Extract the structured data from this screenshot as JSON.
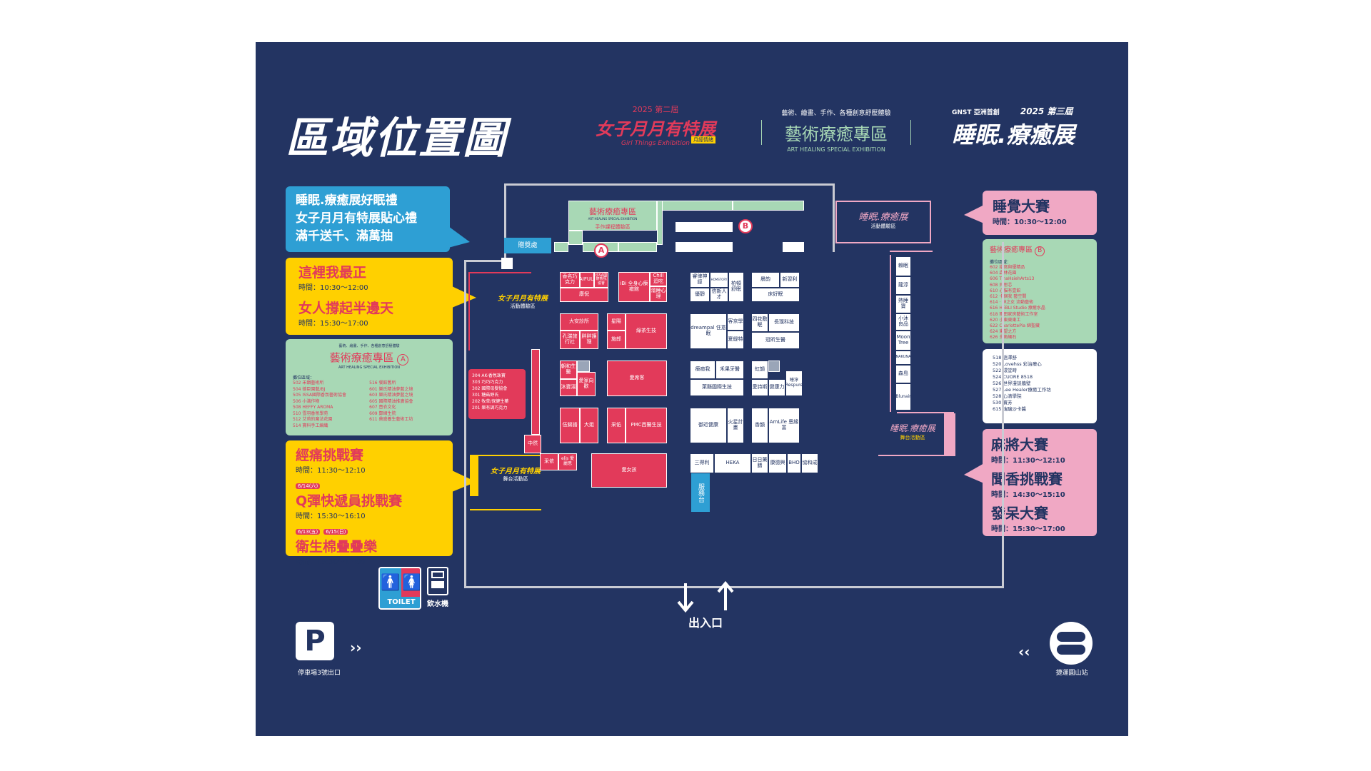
{
  "header": {
    "main_title": "區域位置圖",
    "girl_things": {
      "year_edition": "2025 第二屆",
      "name": "女子月月有特展",
      "english": "Girl Things Exhibition",
      "tag": "月經情緒"
    },
    "art_healing": {
      "tagline": "藝術、繪畫、手作、各種創意舒壓體驗",
      "name": "藝術療癒專區",
      "english": "ART HEALING SPECIAL EXHIBITION"
    },
    "sleep": {
      "brand": "亞洲首創",
      "brand_logo": "GNST",
      "edition": "2025 第三屆",
      "name": "睡眠.療癒展"
    }
  },
  "side_left": {
    "gift_box": [
      "睡眠.療癒展好眠禮",
      "女子月月有特展貼心禮",
      "滿千送千、滿萬抽"
    ],
    "gift_label": "贈獎處",
    "event_box1": [
      {
        "name": "這裡我最正",
        "time": "時間：10:30～12:00"
      },
      {
        "name": "女人撐起半邊天",
        "time": "時間：15:30～17:00"
      }
    ],
    "art_zone_A": {
      "tagline": "藝術、繪畫、手作、各種創意舒壓體驗",
      "name": "藝術療癒專區",
      "english": "ART HEALING SPECIAL EXHIBITION",
      "marker": "A",
      "list_title": "攤位區域：",
      "col1": [
        "502 禾韻藝術所",
        "504 德臣園藝/BJ",
        "505 ISSA國際香氛藝術協會",
        "506 小滿作物",
        "508 HEFFY AROMA",
        "510 雪羽香氛學苑",
        "512 艾莉的魔法花園",
        "514 寶科手工編織"
      ],
      "col2": [
        "516 餐館舊所",
        "601 樂氏精油夢藍之境",
        "603 樂氏精油夢藍之境",
        "605 國際精油推廣協會",
        "607 壺衣文化",
        "609 鄭緒生院",
        "611 鼎盛養生藝術工坊"
      ]
    },
    "event_box2": [
      {
        "name": "經痛挑戰賽",
        "time": "時間：11:30～12:10",
        "date": ""
      },
      {
        "name": "Q彈快遞員挑戰賽",
        "time": "時間：15:30～16:10",
        "date": "6/14(六)"
      },
      {
        "name": "衛生棉疊疊樂",
        "time": "時間：15:30～17:00",
        "date_a": "6/13(五)",
        "date_b": "6/15(日)"
      }
    ]
  },
  "side_right": {
    "sleep_contest": {
      "name": "睡覺大賽",
      "time": "時間：10:30～12:00"
    },
    "art_zone_B": {
      "name": "藝術療癒專區",
      "marker": "B",
      "list_title": "攤位區域：",
      "items": [
        "602 譜寫與優精品",
        "604 森林花園",
        "606 TinaHsiehArts13",
        "608 貝思芯",
        "610 心貓有壹館",
        "612 卡個我 藝空間",
        "614 · 神之女 流動藝術",
        "616 HEBLI Studio 療癒水晶",
        "618 雨田家房藝術工作室",
        "620 小東東東工",
        "622 CharlottePia 綿聖藏",
        "624 東望之方",
        "626 多角緬石"
      ]
    },
    "white_list": [
      "518 語澤舒",
      "520 Lovehss 彩治療心",
      "522 環堂時",
      "524 CUORE 8518",
      "526 世界漫談牆壁",
      "527 Lee Healer療癒工作坊",
      "528 心清學院",
      "530 寶芳",
      "615 瑞瑞沙卡醬"
    ],
    "events": [
      {
        "name": "麻將大賽",
        "time": "時間：11:30～12:10"
      },
      {
        "name": "聞香挑戰賽",
        "time": "時間：14:30～15:10"
      },
      {
        "name": "發呆大賽",
        "time": "時間：15:30～17:00"
      }
    ]
  },
  "floor": {
    "art_zone_label": "藝術療癒專區",
    "art_sub": "ART HEALING SPECIAL EXHIBITION",
    "handcraft_label": "手作課程體驗區",
    "marker_a": "A",
    "marker_b": "B",
    "sleep_activity": {
      "name": "睡眠.療癒展",
      "sub": "活動體驗區"
    },
    "sleep_stage": {
      "name": "睡眠.療癒展",
      "sub": "舞台活動區"
    },
    "girl_activity": {
      "name": "女子月月有特展",
      "sub": "活動體驗區"
    },
    "girl_stage": {
      "name": "女子月月有特展",
      "sub": "舞台活動區"
    },
    "red_list": [
      "304 AK-香氛珠寶",
      "303 巧巧巧克力",
      "302 國際母嬰協會",
      "301 糖菇野氏",
      "202 牧草/保健生藥",
      "201 樂有調巧克力"
    ],
    "service_desk": "服務台",
    "booths": {
      "r1a": "香名巧克力",
      "r1b": "AIFULI",
      "r1c": "ISSA國際香氛協會",
      "r1d": "iBi 全身心療癒館",
      "r1e": "Chill迴吃",
      "r1f": "康倪",
      "r1g": "溜睡心理",
      "w1a": "睿律神經",
      "w1b": "HOMSTORY",
      "w1c": "柏頓舒眠",
      "w1d": "優靜",
      "w1e": "信新人才",
      "w1f": "晨韵",
      "w1g": "新習利",
      "w1h": "床好眠",
      "r2a": "大安診所",
      "r2b": "孔瑞旅行社",
      "r2c": "胖胖護理",
      "r2d": "星陽",
      "r2e": "施郎",
      "r2f": "綠茶生技",
      "w2a": "dreampal 住意眠",
      "w2b": "客京學",
      "w2c": "夏緹特",
      "w2d": "四花敷眠",
      "w2e": "長璞科技",
      "w2f": "冠昕生醫",
      "r3a": "朝和生醫",
      "r3b": "沐寶湯",
      "r3c": "愛家向歡",
      "r3d": "愛席客",
      "w3a": "療癒我",
      "w3b": "禾果牙醫",
      "w3c": "萊縣國際生技",
      "w3d": "虹韻",
      "w3e": "愛詩斯",
      "w3f": "健康力",
      "w3g": "睡淳Respure",
      "r4a": "伍錦譜",
      "r4b": "大姐",
      "r4c": "采佑",
      "r4d": "PMC西醫生技",
      "r4e": "采依",
      "r4f": "elis 愛麗思",
      "r4g": "愛女孩",
      "w4a": "御近健康",
      "w4b": "火星計畫",
      "w4c": "香韻",
      "w4d": "AmLife 恩緣富",
      "w5a": "三得利",
      "w5b": "HEKA",
      "w5c": "日日藥膳",
      "w5d": "康德興",
      "w5e": "BHO",
      "w5f": "協和成",
      "v1": "賴眠",
      "v2": "龍淳",
      "v3": "熱睡寶",
      "v4": "小沐良品",
      "v5": "Moon Tree",
      "v6": "NAKUNA",
      "v7": "森島",
      "v8": "Blunair",
      "p1": "中然"
    },
    "entrance": "出入口",
    "toilet": "TOILET",
    "water": "飲水機",
    "parking_symbol": "P",
    "parking_label": "停車場3號出口",
    "mrt_label": "捷運圓山站"
  },
  "colors": {
    "navy": "#233462",
    "pink_red": "#e23a5a",
    "yellow": "#ffd000",
    "blue": "#2e9fd4",
    "green": "#a8d8b5",
    "pink": "#f0a8c4"
  }
}
